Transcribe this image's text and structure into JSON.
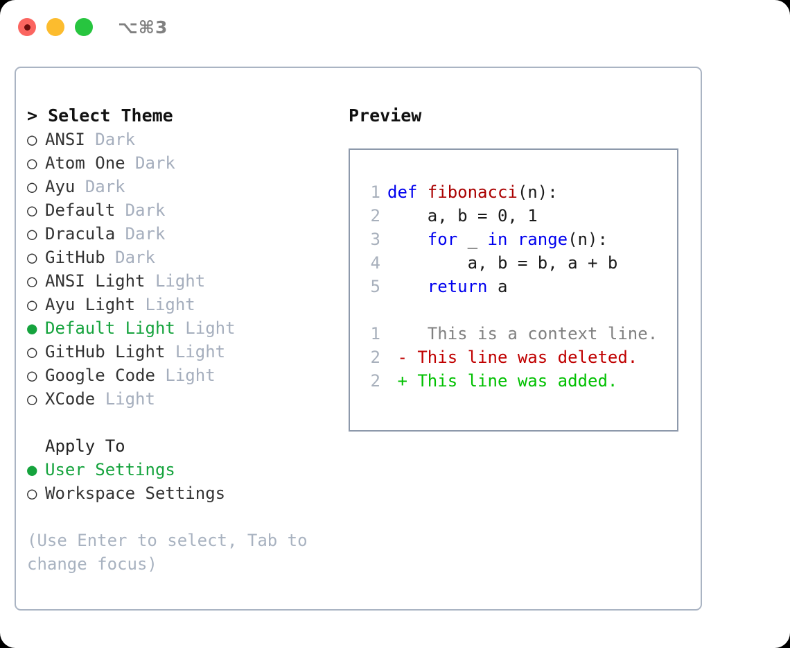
{
  "window": {
    "shortcut": "⌥⌘3",
    "traffic_lights": [
      {
        "name": "close-light",
        "color": "#fb6560"
      },
      {
        "name": "minimize-light",
        "color": "#fcbc2e"
      },
      {
        "name": "maximize-light",
        "color": "#27c53f"
      }
    ]
  },
  "colors": {
    "selected_green": "#15a33d",
    "tag_gray": "#a5aebd",
    "hint_gray": "#a8b2c0",
    "panel_border": "#aab4c3",
    "preview_border": "#8d99ab",
    "keyword_blue": "#0000ee",
    "function_red": "#aa0000",
    "diff_delete": "#c00000",
    "diff_add": "#00c000",
    "lineno_gray": "#a8b0bc"
  },
  "theme_picker": {
    "heading": "> Select Theme",
    "bullet_selected": "●",
    "bullet_unselected": "○",
    "items": [
      {
        "name": "ANSI",
        "tag": "Dark",
        "selected": false
      },
      {
        "name": "Atom One",
        "tag": "Dark",
        "selected": false
      },
      {
        "name": "Ayu",
        "tag": "Dark",
        "selected": false
      },
      {
        "name": "Default",
        "tag": "Dark",
        "selected": false
      },
      {
        "name": "Dracula",
        "tag": "Dark",
        "selected": false
      },
      {
        "name": "GitHub",
        "tag": "Dark",
        "selected": false
      },
      {
        "name": "ANSI Light",
        "tag": "Light",
        "selected": false
      },
      {
        "name": "Ayu Light",
        "tag": "Light",
        "selected": false
      },
      {
        "name": "Default Light",
        "tag": "Light",
        "selected": true
      },
      {
        "name": "GitHub Light",
        "tag": "Light",
        "selected": false
      },
      {
        "name": "Google Code",
        "tag": "Light",
        "selected": false
      },
      {
        "name": "XCode",
        "tag": "Light",
        "selected": false
      }
    ]
  },
  "apply_to": {
    "label": "Apply To",
    "items": [
      {
        "name": "User Settings",
        "selected": true
      },
      {
        "name": "Workspace Settings",
        "selected": false
      }
    ]
  },
  "hint": "(Use Enter to select, Tab to change focus)",
  "preview": {
    "title": "Preview",
    "code_lines": [
      {
        "no": "1",
        "tokens": [
          {
            "t": "def ",
            "c": "kw"
          },
          {
            "t": "fibonacci",
            "c": "fn"
          },
          {
            "t": "(n):",
            "c": "plain"
          }
        ]
      },
      {
        "no": "2",
        "tokens": [
          {
            "t": "    a, b = 0, 1",
            "c": "plain"
          }
        ]
      },
      {
        "no": "3",
        "tokens": [
          {
            "t": "    for ",
            "c": "kw"
          },
          {
            "t": "_ ",
            "c": "plain"
          },
          {
            "t": "in ",
            "c": "kw"
          },
          {
            "t": "range",
            "c": "kw"
          },
          {
            "t": "(n):",
            "c": "plain"
          }
        ]
      },
      {
        "no": "4",
        "tokens": [
          {
            "t": "        a, b = b, a + b",
            "c": "plain"
          }
        ]
      },
      {
        "no": "5",
        "tokens": [
          {
            "t": "    return ",
            "c": "kw"
          },
          {
            "t": "a",
            "c": "plain"
          }
        ]
      }
    ],
    "diff_lines": [
      {
        "no": "1",
        "marker": " ",
        "text": "  This is a context line.",
        "kind": "ctx"
      },
      {
        "no": "2",
        "marker": "-",
        "text": " This line was deleted.",
        "kind": "del"
      },
      {
        "no": "2",
        "marker": "+",
        "text": " This line was added.",
        "kind": "add"
      }
    ]
  }
}
